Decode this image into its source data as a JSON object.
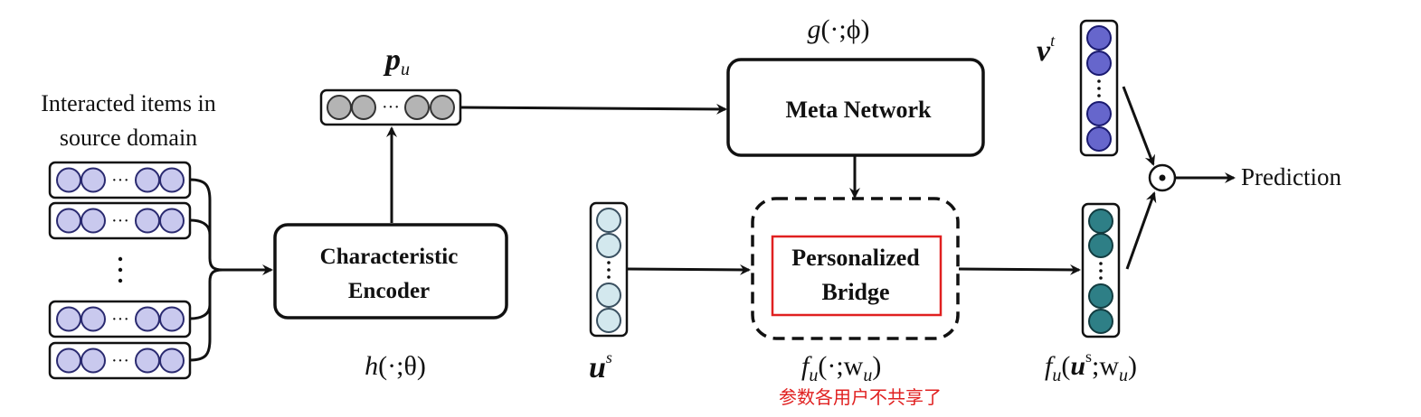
{
  "source_items": {
    "label_line1": "Interacted items in",
    "label_line2": "source domain",
    "row_count": 4
  },
  "characteristic_encoder": {
    "title_line1": "Characteristic",
    "title_line2": "Encoder",
    "func": "h",
    "func_args": "(·;θ)"
  },
  "pu": {
    "symbol": "p",
    "sub": "u"
  },
  "meta_network": {
    "title": "Meta Network",
    "func": "g",
    "func_args": "(·;ϕ)"
  },
  "us": {
    "symbol": "u",
    "sup": "s"
  },
  "bridge": {
    "title_line1": "Personalized",
    "title_line2": "Bridge",
    "func": "f",
    "func_sub": "u",
    "func_args_pre": "(·;w",
    "func_args_sub": "u",
    "func_args_post": ")",
    "note": "参数各用户不共享了"
  },
  "vt": {
    "symbol": "v",
    "sup": "t"
  },
  "output": {
    "func": "f",
    "func_sub": "u",
    "args_open": "(",
    "arg_symbol": "u",
    "arg_sup": "s",
    "args_mid": ";w",
    "args_sub": "u",
    "args_close": ")"
  },
  "dot_product": {
    "symbol": "⊙"
  },
  "prediction": {
    "label": "Prediction"
  },
  "colors": {
    "item_fill": "#c9c9ee",
    "item_stroke": "#2a2a70",
    "pu_fill": "#b4b4b4",
    "pu_stroke": "#333333",
    "us_fill": "#d3e8ee",
    "us_stroke": "#3a5060",
    "vt_fill": "#6666cc",
    "vt_stroke": "#1a1a70",
    "out_fill": "#2e7f86",
    "out_stroke": "#123c40",
    "note_box": "#e02020"
  }
}
